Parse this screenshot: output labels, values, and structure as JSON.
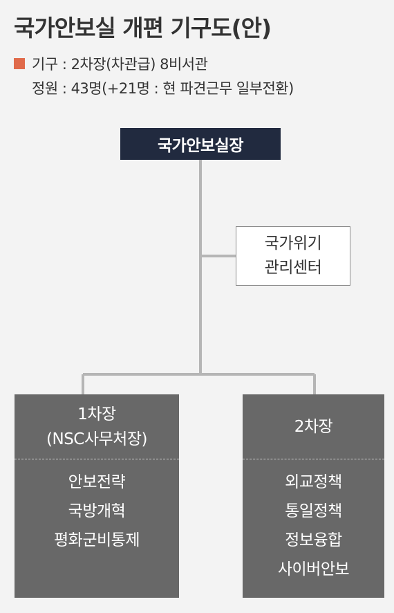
{
  "title": "국가안보실 개편 기구도(안)",
  "legend": {
    "marker_color": "#e06a4a",
    "line1": "기구 : 2차장(차관급) 8비서관",
    "line2": "정원 : 43명(+21명 : 현 파견근무 일부전환)"
  },
  "colors": {
    "head_box": "#212a3f",
    "deputy_box": "#686868",
    "connector": "#b5b5b5"
  },
  "chart": {
    "head": {
      "label": "국가안보실장"
    },
    "crisis_center": {
      "lines": [
        "국가위기",
        "관리센터"
      ]
    },
    "deputy1": {
      "title_lines": [
        "1차장",
        "(NSC사무처장)"
      ],
      "items": [
        "안보전략",
        "국방개혁",
        "평화군비통제"
      ]
    },
    "deputy2": {
      "title_lines": [
        "2차장"
      ],
      "items": [
        "외교정책",
        "통일정책",
        "정보융합",
        "사이버안보"
      ]
    }
  }
}
